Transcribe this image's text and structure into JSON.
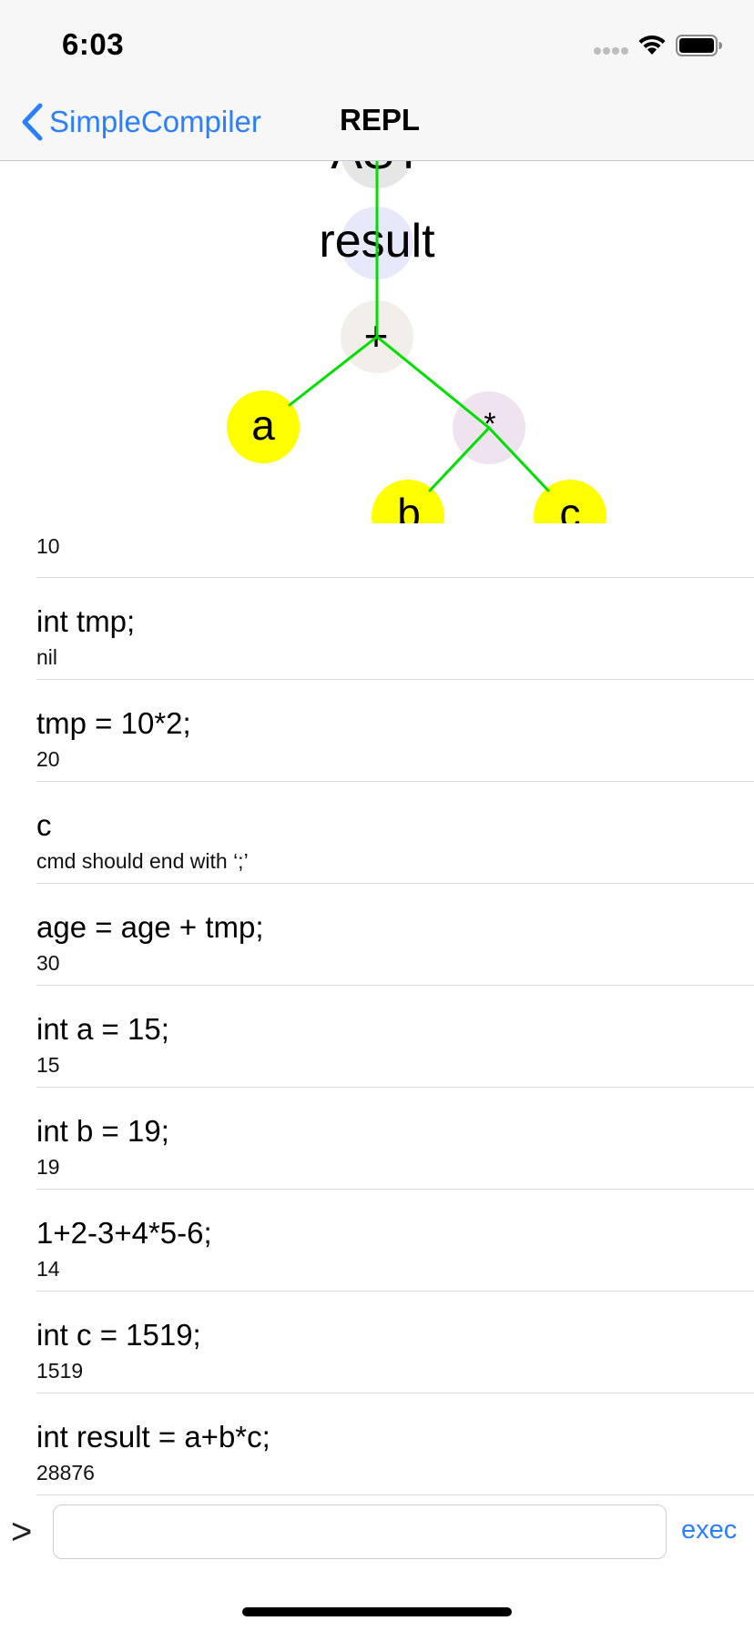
{
  "status_bar": {
    "time": "6:03"
  },
  "nav": {
    "back_label": "SimpleCompiler",
    "title": "REPL"
  },
  "ast": {
    "nodes": {
      "root": "AST",
      "assign": "result",
      "plus": "+",
      "a": "a",
      "times": "*",
      "b": "b",
      "c": "c"
    },
    "colors": {
      "edge": "#00e000",
      "root_fill": "#e6e6e6",
      "assign_fill": "#e8e8fb",
      "plus_fill": "#f2eeea",
      "times_fill": "#efe3ef",
      "leaf_fill": "#ffff00"
    }
  },
  "history": {
    "partial_result": "10",
    "items": [
      {
        "cmd": "int tmp;",
        "result": "nil"
      },
      {
        "cmd": "tmp = 10*2;",
        "result": "20"
      },
      {
        "cmd": "c",
        "result": "cmd should end with ‘;’"
      },
      {
        "cmd": "age = age + tmp;",
        "result": "30"
      },
      {
        "cmd": "int a = 15;",
        "result": "15"
      },
      {
        "cmd": "int b = 19;",
        "result": "19"
      },
      {
        "cmd": "1+2-3+4*5-6;",
        "result": "14"
      },
      {
        "cmd": "int c = 1519;",
        "result": "1519"
      },
      {
        "cmd": "int result = a+b*c;",
        "result": "28876"
      }
    ]
  },
  "input": {
    "prompt": ">",
    "value": "",
    "exec_label": "exec"
  }
}
